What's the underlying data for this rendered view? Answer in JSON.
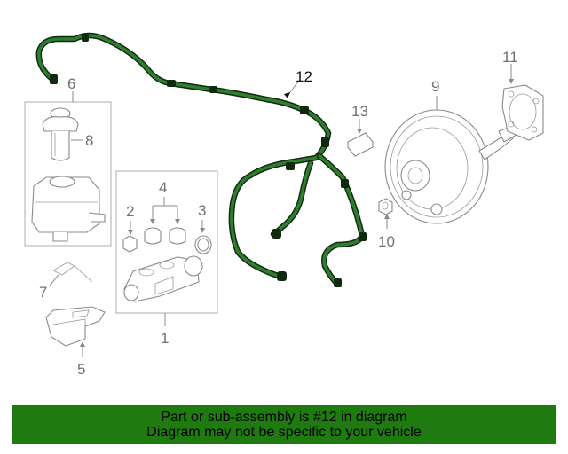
{
  "callouts": {
    "c1": "1",
    "c2": "2",
    "c3": "3",
    "c4": "4",
    "c5": "5",
    "c6": "6",
    "c7": "7",
    "c8": "8",
    "c9": "9",
    "c10": "10",
    "c11": "11",
    "c12": "12",
    "c13": "13"
  },
  "highlight_color": "#2f7d2f",
  "banner": {
    "line1": "Part or sub-assembly is #12 in diagram",
    "line2": "Diagram may not be specific to your vehicle",
    "color": "#1f7a10"
  }
}
